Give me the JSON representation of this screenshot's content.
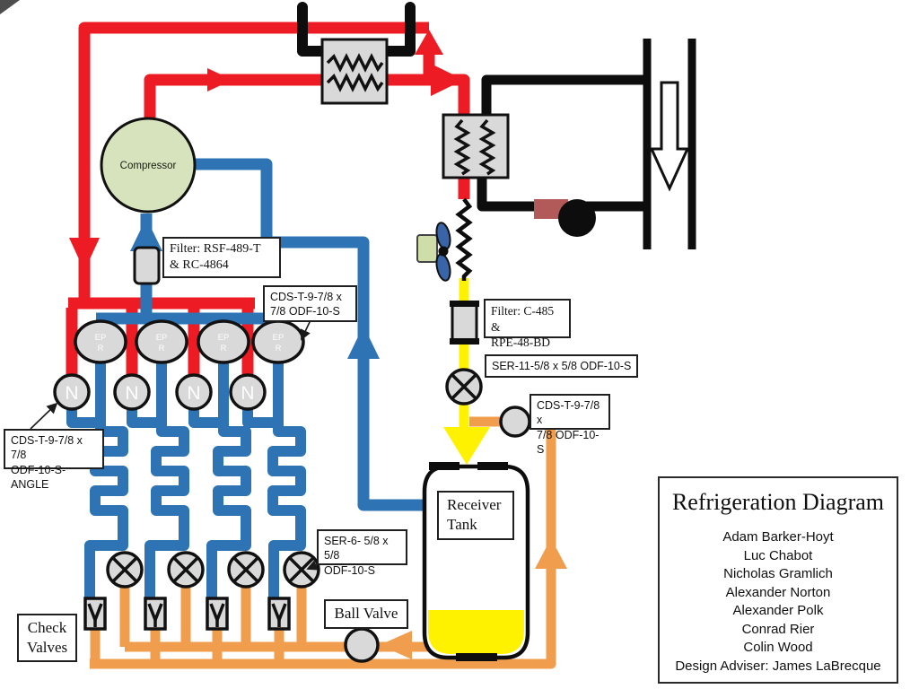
{
  "labels": {
    "compressor": "Compressor",
    "filter_rsf_line1": "Filter: RSF-489-T",
    "filter_rsf_line2": "& RC-4864",
    "cds_top_line1": "CDS-T-9-7/8 x",
    "cds_top_line2": "7/8 ODF-10-S",
    "cds_angle_line1": "CDS-T-9-7/8 x 7/8",
    "cds_angle_line2": "ODF-10-S-ANGLE",
    "ser6_line1": "SER-6- 5/8 x 5/8",
    "ser6_line2": "ODF-10-S",
    "ser11": "SER-11-5/8 x 5/8 ODF-10-S",
    "filter_c485_line1": "Filter: C-485 &",
    "filter_c485_line2": "RPE-48-BD",
    "cds_right_line1": "CDS-T-9-7/8 x",
    "cds_right_line2": "7/8 ODF-10-S",
    "ball_valve": "Ball Valve",
    "check_line1": "Check",
    "check_line2": "Valves",
    "receiver_line1": "Receiver",
    "receiver_line2": "Tank",
    "epr_line1": "EP",
    "epr_line2": "R",
    "n_valve": "N"
  },
  "title_block": {
    "title": "Refrigeration Diagram",
    "names": [
      "Adam Barker-Hoyt",
      "Luc Chabot",
      "Nicholas Gramlich",
      "Alexander Norton",
      "Alexander Polk",
      "Conrad Rier",
      "Colin Wood"
    ],
    "adviser": "Design Adviser: James LaBrecque"
  },
  "colors": {
    "red": "#ed1c24",
    "blue": "#2e74b5",
    "orange": "#f09d4e",
    "yellow": "#fff200",
    "pipe_black": "#0d0d0d",
    "component_gray": "#d9d9d9",
    "compressor_green": "#d6e3bc",
    "pump_brown": "#b25a5a",
    "fan_blue": "#3a64a8",
    "fan_green": "#cfdda9",
    "line_dark": "#1a1a1a"
  }
}
